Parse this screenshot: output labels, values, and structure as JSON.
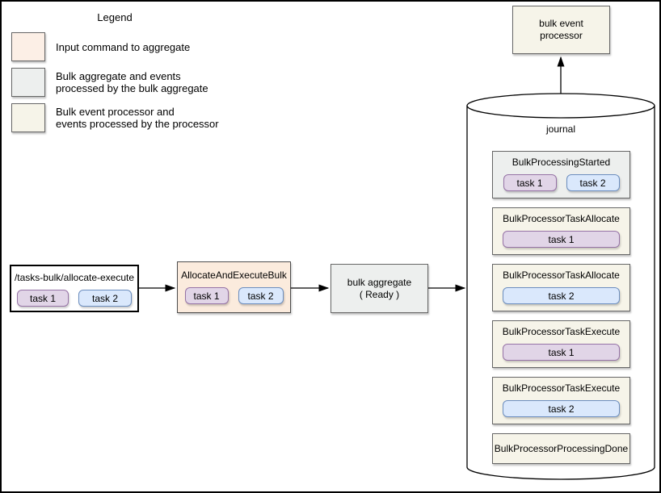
{
  "legend": {
    "title": "Legend",
    "items": [
      {
        "name": "input-command-swatch",
        "color": "#FCEFE6",
        "label": "Input command to aggregate"
      },
      {
        "name": "bulk-aggregate-swatch",
        "color": "#EDEFEE",
        "label": "Bulk aggregate and events\nprocessed by the bulk aggregate"
      },
      {
        "name": "bulk-event-processor-swatch",
        "color": "#F6F4E9",
        "label": "Bulk event processor and\nevents processed by the processor"
      }
    ]
  },
  "flow": {
    "input_box": {
      "title": "/tasks-bulk/allocate-execute",
      "tasks": [
        {
          "label": "task 1",
          "type": "purple"
        },
        {
          "label": "task 2",
          "type": "blue"
        }
      ]
    },
    "command_box": {
      "title": "AllocateAndExecuteBulk",
      "tasks": [
        {
          "label": "task 1",
          "type": "purple"
        },
        {
          "label": "task 2",
          "type": "blue"
        }
      ]
    },
    "aggregate_box": {
      "title": "bulk aggregate\n( Ready )"
    }
  },
  "processor_box": {
    "title": "bulk event\nprocessor"
  },
  "journal": {
    "title": "journal",
    "events": [
      {
        "title": "BulkProcessingStarted",
        "fill": "gray",
        "tasks": [
          {
            "label": "task 1",
            "type": "purple"
          },
          {
            "label": "task 2",
            "type": "blue"
          }
        ]
      },
      {
        "title": "BulkProcessorTaskAllocate",
        "fill": "cream",
        "tasks": [
          {
            "label": "task 1",
            "type": "purple"
          }
        ]
      },
      {
        "title": "BulkProcessorTaskAllocate",
        "fill": "cream",
        "tasks": [
          {
            "label": "task 2",
            "type": "blue"
          }
        ]
      },
      {
        "title": "BulkProcessorTaskExecute",
        "fill": "cream",
        "tasks": [
          {
            "label": "task 1",
            "type": "purple"
          }
        ]
      },
      {
        "title": "BulkProcessorTaskExecute",
        "fill": "cream",
        "tasks": [
          {
            "label": "task 2",
            "type": "blue"
          }
        ]
      },
      {
        "title": "BulkProcessorProcessingDone",
        "fill": "cream",
        "tasks": []
      }
    ]
  },
  "colors": {
    "input_command_fill": "#FCEFE6",
    "command_box_fill": "#FBEBDD",
    "aggregate_fill": "#EDEFEE",
    "processor_fill": "#F6F4E9",
    "task1_fill": "#E1D5E7",
    "task1_border": "#9673A6",
    "task2_fill": "#DAE8FC",
    "task2_border": "#6C8EBF"
  }
}
